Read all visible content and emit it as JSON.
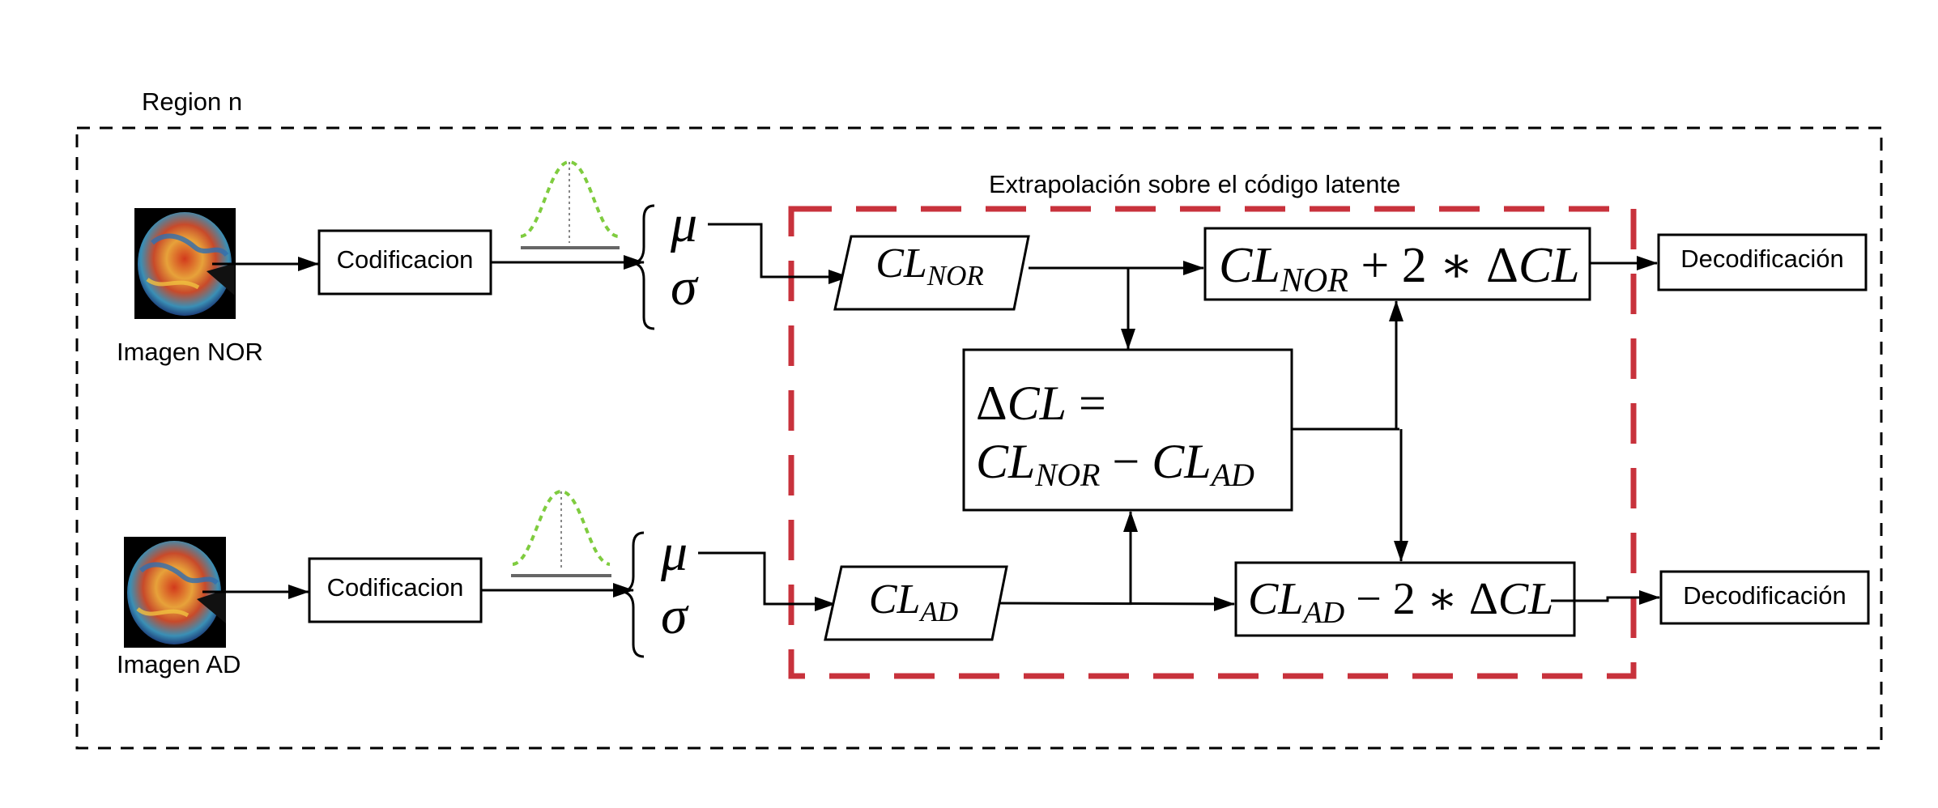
{
  "region_label": "Region n",
  "extrapolation_label": "Extrapolación sobre el código latente",
  "nor_branch": {
    "image_label": "Imagen NOR",
    "encoder_label": "Codificacion",
    "mu": "μ",
    "sigma": "σ",
    "latent_base": "CL",
    "latent_sub": "NOR",
    "decoder_label": "Decodificación"
  },
  "ad_branch": {
    "image_label": "Imagen AD",
    "encoder_label": "Codificacion",
    "mu": "μ",
    "sigma": "σ",
    "latent_base": "CL",
    "latent_sub": "AD",
    "decoder_label": "Decodificación"
  },
  "delta_box": {
    "line1_delta": "Δ",
    "line1_var": "CL",
    "line1_eq": " =",
    "line2_a": "CL",
    "line2_a_sub": "NOR",
    "line2_op": " − ",
    "line2_b": "CL",
    "line2_b_sub": "AD"
  },
  "nor_output": {
    "base": "CL",
    "sub": "NOR",
    "op": " + 2 ∗ ",
    "delta": "Δ",
    "var": "CL"
  },
  "ad_output": {
    "base": "CL",
    "sub": "AD",
    "op": " − 2 ∗ ",
    "delta": "Δ",
    "var": "CL"
  },
  "colors": {
    "dashed_red": "#c8323c",
    "gaussian_green": "#7fcc3f",
    "baseline_gray": "#666666",
    "stroke": "#000000"
  }
}
